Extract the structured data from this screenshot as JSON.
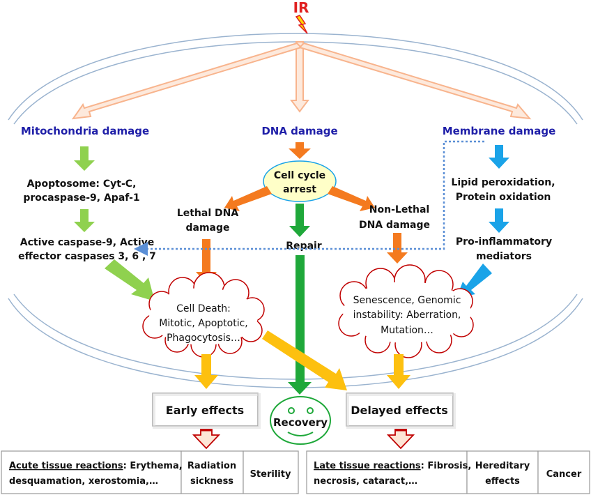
{
  "source_label": "IR",
  "headers": {
    "mitochondria": "Mitochondria damage",
    "dna": "DNA damage",
    "membrane": "Membrane damage"
  },
  "mitochondria_path": {
    "apoptosome": [
      "Apoptosome: Cyt-C,",
      "procaspase-9, Apaf-1"
    ],
    "caspases": [
      "Active caspase-9, Active",
      "effector caspases 3, 6 , 7"
    ]
  },
  "dna_path": {
    "cell_cycle_arrest": [
      "Cell cycle",
      "arrest"
    ],
    "lethal": [
      "Lethal DNA",
      "damage"
    ],
    "repair": "Repair",
    "non_lethal": [
      "Non-Lethal",
      "DNA damage"
    ]
  },
  "membrane_path": {
    "lipid": [
      "Lipid peroxidation,",
      "Protein oxidation"
    ],
    "mediators": [
      "Pro-inflammatory",
      "mediators"
    ]
  },
  "outcomes": {
    "cell_death": [
      "Cell Death:",
      "Mitotic, Apoptotic,",
      "Phagocytosis…"
    ],
    "senescence": [
      "Senescence, Genomic",
      "instability: Aberration,",
      "Mutation…"
    ]
  },
  "effects": {
    "early": "Early effects",
    "delayed": "Delayed effects",
    "recovery": "Recovery"
  },
  "bottom_left": [
    {
      "underlined": "Acute tissue reactions",
      "rest": ": Erythema,",
      "line2": "desquamation, xerostomia,…"
    },
    {
      "line1": "Radiation",
      "line2": "sickness"
    },
    {
      "line1": "Sterility"
    }
  ],
  "bottom_right": [
    {
      "underlined": "Late tissue reactions",
      "rest": ": Fibrosis,",
      "line2": "necrosis, cataract,…"
    },
    {
      "line1": "Hereditary",
      "line2": "effects"
    },
    {
      "line1": "Cancer"
    }
  ],
  "colors": {
    "header_blue": "#1f1fa8",
    "green": "#8fd14f",
    "dark_green": "#1fa83a",
    "orange": "#f47a1f",
    "blue": "#1aa3e8",
    "yellow": "#fdc00f",
    "ir_red": "#e02020",
    "cloud_border": "#c00000",
    "dotted_blue": "#5b8fd6",
    "peach": "#f8cbad"
  }
}
